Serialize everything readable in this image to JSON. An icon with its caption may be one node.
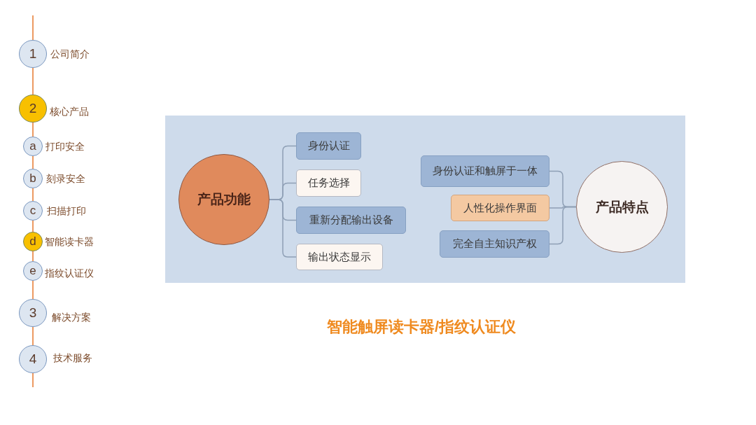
{
  "diagram": {
    "caption": "智能触屏读卡器/指纹认证仪",
    "nodes": [
      {
        "text": [
          "1"
        ],
        "beside": [
          "公司简介"
        ]
      },
      {
        "text": [
          "2"
        ],
        "beside": [
          "核心产品"
        ]
      },
      {
        "text": [
          "a"
        ],
        "beside": [
          "打印安全"
        ]
      },
      {
        "text": [
          "b"
        ],
        "beside": [
          "刻录安全"
        ]
      },
      {
        "text": [
          "c"
        ],
        "beside": [
          "扫描打印"
        ]
      },
      {
        "text": [
          "d"
        ],
        "beside": [
          "智能读卡器"
        ]
      },
      {
        "text": [
          "e"
        ],
        "beside": [
          "指纹认证仪"
        ]
      },
      {
        "text": [
          "3"
        ],
        "beside": [
          "解决方案"
        ]
      },
      {
        "text": [
          "4"
        ],
        "beside": [
          "技术服务"
        ]
      },
      {
        "text": [],
        "shape": "box"
      },
      {
        "text": [
          "产品功能"
        ],
        "in": 9
      },
      {
        "text": [
          "身份认证"
        ],
        "in": 9
      },
      {
        "text": [
          "任务选择"
        ],
        "in": 9
      },
      {
        "text": [
          "重新分配输出设备"
        ],
        "in": 9
      },
      {
        "text": [
          "输出状态显示"
        ],
        "in": 9
      },
      {
        "text": [
          "身份认证和触屏于一体"
        ],
        "in": 9
      },
      {
        "text": [
          "人性化操作界面"
        ],
        "in": 9
      },
      {
        "text": [
          "完全自主知识产权"
        ],
        "in": 9
      },
      {
        "text": [
          "产品特点"
        ],
        "in": 9
      }
    ],
    "edges": [
      {
        "from": null,
        "to": 0,
        "arrow": "none"
      },
      {
        "from": 0,
        "to": 1,
        "arrow": "none"
      },
      {
        "from": 1,
        "to": 2,
        "arrow": "none"
      },
      {
        "from": 2,
        "to": 3,
        "arrow": "none"
      },
      {
        "from": 3,
        "to": 4,
        "arrow": "none"
      },
      {
        "from": 4,
        "to": 5,
        "arrow": "none"
      },
      {
        "from": 5,
        "to": 6,
        "arrow": "none"
      },
      {
        "from": 6,
        "to": 7,
        "arrow": "none"
      },
      {
        "from": 7,
        "to": 8,
        "arrow": "none"
      },
      {
        "from": 8,
        "to": null,
        "arrow": "none"
      },
      {
        "from": 10,
        "to": 11,
        "arrow": "none",
        "color": "#8e9fb5"
      },
      {
        "from": 10,
        "to": 12,
        "arrow": "none",
        "color": "#8e9fb5"
      },
      {
        "from": 10,
        "to": 13,
        "arrow": "none",
        "color": "#8e9fb5"
      },
      {
        "from": 10,
        "to": 14,
        "arrow": "none",
        "color": "#8e9fb5"
      },
      {
        "from": 15,
        "to": 18,
        "arrow": "none",
        "color": "#8e9fb5"
      },
      {
        "from": 16,
        "to": 18,
        "arrow": "none",
        "color": "#8e9fb5"
      },
      {
        "from": 17,
        "to": 18,
        "arrow": "none",
        "color": "#8e9fb5"
      }
    ]
  }
}
